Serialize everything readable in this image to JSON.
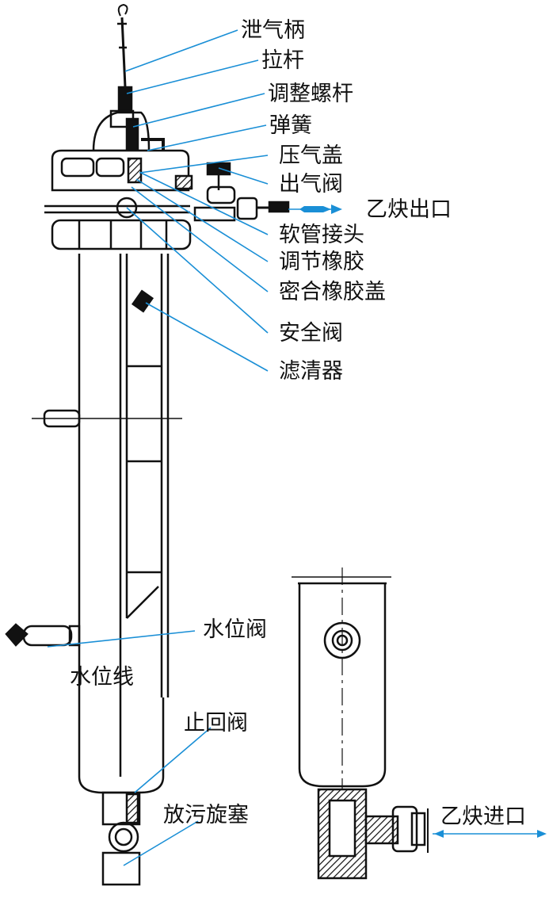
{
  "labels": {
    "vent_handle": "泄气柄",
    "pull_rod": "拉杆",
    "adjust_screw": "调整螺杆",
    "spring": "弹簧",
    "gas_cover": "压气盖",
    "outlet_valve": "出气阀",
    "acetylene_outlet": "乙炔出口",
    "hose_joint": "软管接头",
    "adjust_rubber": "调节橡胶",
    "seal_rubber_cap": "密合橡胶盖",
    "safety_valve": "安全阀",
    "filter": "滤清器",
    "water_level_valve": "水位阀",
    "water_level_line": "水位线",
    "check_valve": "止回阀",
    "drain_plug": "放污旋塞",
    "acetylene_inlet": "乙炔进口"
  },
  "colors": {
    "leader": "#1a8fd6",
    "ink": "#111111",
    "arrow": "#1a8fd6"
  }
}
